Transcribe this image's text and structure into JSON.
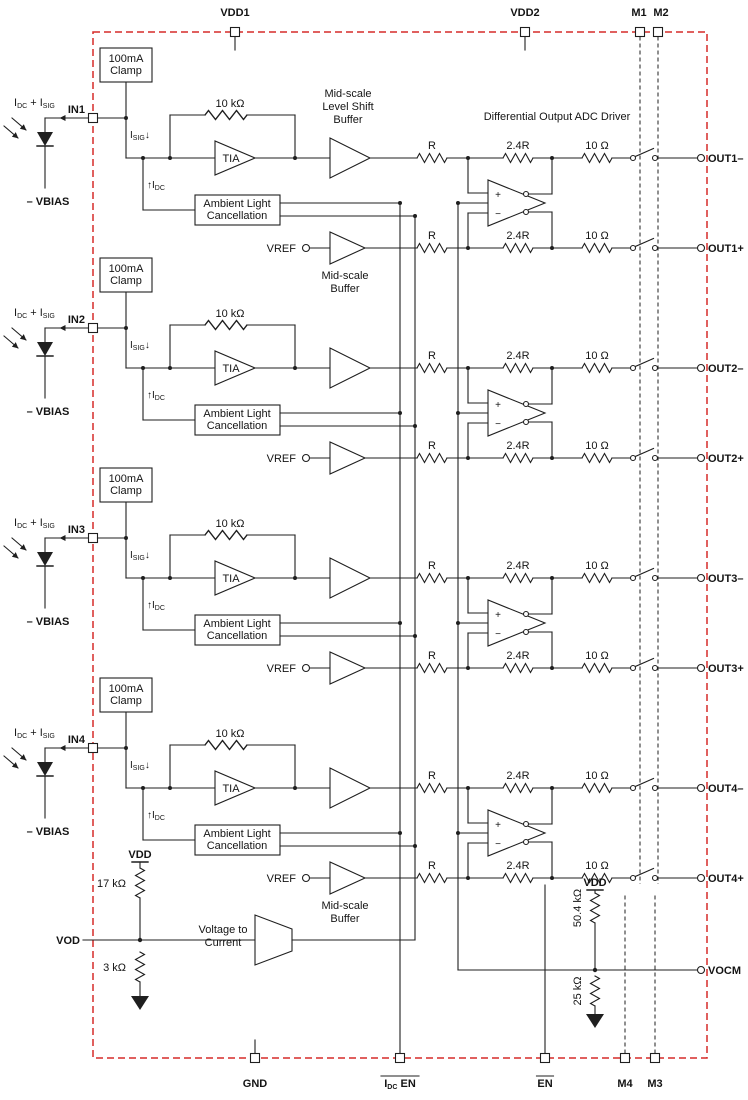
{
  "colors": {
    "boundary": "#d62b28",
    "wire": "#1f1f1f"
  },
  "pins": {
    "vdd1": "VDD1",
    "vdd2": "VDD2",
    "m1": "M1",
    "m2": "M2",
    "gnd": "GND",
    "idc_en": "I{DC} EN",
    "en": "EN",
    "m4": "M4",
    "m3": "M3",
    "vod": "VOD",
    "vocm": "VOCM",
    "vdd": "VDD"
  },
  "labels": {
    "adc_driver_title": "Differential Output ADC Driver",
    "clamp_line1": "100mA",
    "clamp_line2": "Clamp",
    "tia": "TIA",
    "feedback_resistor": "10 kΩ",
    "alc_line1": "Ambient Light",
    "alc_line2": "Cancellation",
    "level_shift_line1": "Mid-scale",
    "level_shift_line2": "Level Shift",
    "level_shift_line3": "Buffer",
    "midscale_line1": "Mid-scale",
    "midscale_line2": "Buffer",
    "vref": "VREF",
    "r": "R",
    "r_feedback": "2.4R",
    "r_out": "10 Ω",
    "photocurrent": "I{DC} + I{SIG}",
    "isig": "I{SIG}↓",
    "idc": "↑I{DC}",
    "vbias": "– VBIAS",
    "plus": "+",
    "minus": "−",
    "v2i_line1": "Voltage to",
    "v2i_line2": "Current",
    "r_17k": "17 kΩ",
    "r_3k": "3 kΩ",
    "r_504k": "50.4 kΩ",
    "r_25k": "25 kΩ"
  },
  "channels": [
    {
      "input": "IN1",
      "out_neg": "OUT1–",
      "out_pos": "OUT1+"
    },
    {
      "input": "IN2",
      "out_neg": "OUT2–",
      "out_pos": "OUT2+"
    },
    {
      "input": "IN3",
      "out_neg": "OUT3–",
      "out_pos": "OUT3+"
    },
    {
      "input": "IN4",
      "out_neg": "OUT4–",
      "out_pos": "OUT4+"
    }
  ]
}
